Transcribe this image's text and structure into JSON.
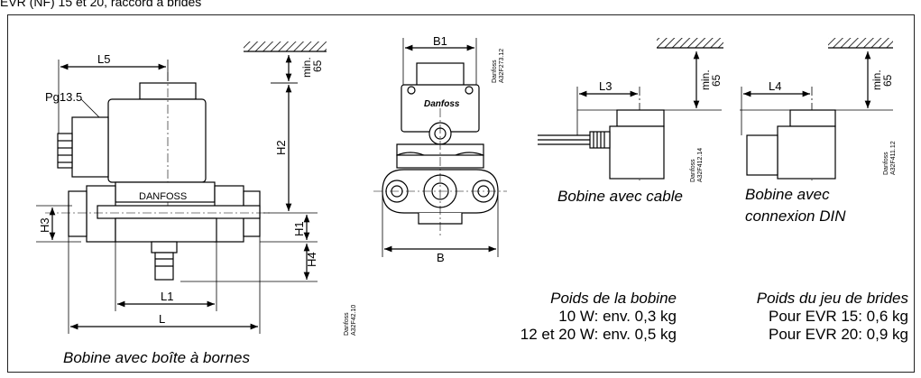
{
  "header": {
    "title": "EVR (NF) 15 et 20, raccord à brides"
  },
  "views": {
    "coil_terminal_box": {
      "caption": "Bobine avec boîte à bornes",
      "labels": {
        "pg": "Pg13.5",
        "brand": "DANFOSS",
        "min": "min.",
        "min_val": "65",
        "L5": "L5",
        "H2": "H2",
        "H1": "H1",
        "H3": "H3",
        "H4": "H4",
        "L1": "L1",
        "L": "L"
      },
      "ref": [
        "Danfoss",
        "A32F42.10"
      ]
    },
    "flange_view": {
      "labels": {
        "B1": "B1",
        "B": "B",
        "logo": "Danfoss"
      },
      "ref": [
        "Danfoss",
        "A32F273.12"
      ]
    },
    "coil_cable": {
      "caption": "Bobine avec cable",
      "labels": {
        "L3": "L3",
        "min": "min.",
        "min_val": "65"
      },
      "ref": [
        "Danfoss",
        "A32F412.14"
      ]
    },
    "coil_din": {
      "caption_line1": "Bobine avec",
      "caption_line2": "connexion DIN",
      "labels": {
        "L4": "L4",
        "min": "min.",
        "min_val": "65"
      },
      "ref": [
        "Danfoss",
        "A32F411.12"
      ]
    }
  },
  "weights": {
    "coil": {
      "title": "Poids de la bobine",
      "lines": [
        "10 W: env. 0,3 kg",
        "12 et 20 W: env. 0,5 kg"
      ]
    },
    "flanges": {
      "title": "Poids du jeu de brides",
      "lines": [
        "Pour EVR 15: 0,6 kg",
        "Pour EVR 20: 0,9 kg"
      ]
    }
  }
}
